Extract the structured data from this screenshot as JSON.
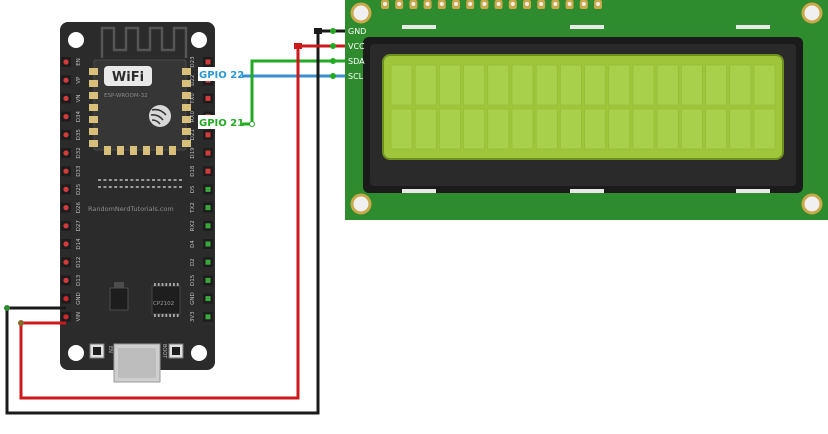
{
  "board": {
    "wifi_label": "WiFi",
    "module_label": "ESP-WROOM-32",
    "watermark": "RandomNerdTutorials.com",
    "chip_label": "CP2102",
    "en_button_label": "EN",
    "boot_button_label": "BOOT",
    "left_pins": [
      "EN",
      "VP",
      "VN",
      "D34",
      "D35",
      "D32",
      "D33",
      "D25",
      "D26",
      "D27",
      "D14",
      "D12",
      "D13",
      "GND",
      "VIN"
    ],
    "right_pins": [
      "D23",
      "D22",
      "TX0",
      "RX0",
      "D21",
      "D19",
      "D18",
      "D5",
      "TX2",
      "RX2",
      "D4",
      "D2",
      "D15",
      "GND",
      "3V3"
    ]
  },
  "lcd": {
    "pin_labels": [
      "GND",
      "VCC",
      "SDA",
      "SCL"
    ]
  },
  "labels": {
    "gpio22": "GPIO 22",
    "gpio21": "GPIO 21"
  },
  "colors": {
    "board_body": "#2b2b2b",
    "pcb_green": "#2e8b2e",
    "lcd_screen": "#9fc63a",
    "wire_black": "#1a1a1a",
    "wire_red": "#cc1a1a",
    "wire_green": "#22aa22",
    "wire_blue": "#3a8fd0",
    "gpio22_text": "#2a9ad6",
    "gpio21_text": "#22aa22"
  }
}
